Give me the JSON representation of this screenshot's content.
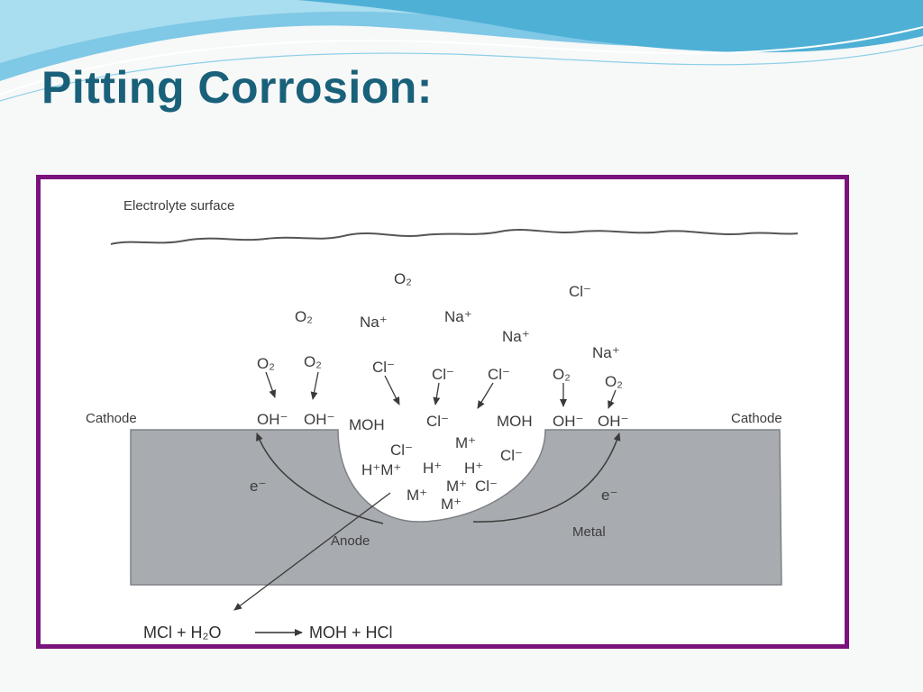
{
  "slide": {
    "title": "Pitting Corrosion:"
  },
  "colors": {
    "title": "#19607a",
    "frame": "#7a137d",
    "metal": "#a8abb0",
    "wave": "#55b3d9"
  },
  "diagram": {
    "electrolyte_label": "Electrolyte surface",
    "cathode_left": "Cathode",
    "cathode_right": "Cathode",
    "anode_label": "Anode",
    "metal_label": "Metal",
    "electron_left": "e⁻",
    "electron_right": "e⁻",
    "equation": {
      "left": "MCl + H₂O",
      "right": "MOH + HCl"
    },
    "solution_species": [
      "O₂",
      "Cl⁻",
      "O₂",
      "Na⁺",
      "Na⁺",
      "Na⁺",
      "Na⁺",
      "O₂",
      "O₂",
      "Cl⁻",
      "Cl⁻",
      "Cl⁻",
      "O₂",
      "O₂"
    ],
    "surface_species": [
      "OH⁻",
      "OH⁻",
      "MOH",
      "Cl⁻",
      "MOH",
      "OH⁻",
      "OH⁻"
    ],
    "pit_species": [
      "Cl⁻",
      "M⁺",
      "Cl⁻",
      "H⁺M⁺",
      "H⁺",
      "H⁺",
      "M⁺",
      "M⁺",
      "Cl⁻",
      "M⁺"
    ]
  }
}
